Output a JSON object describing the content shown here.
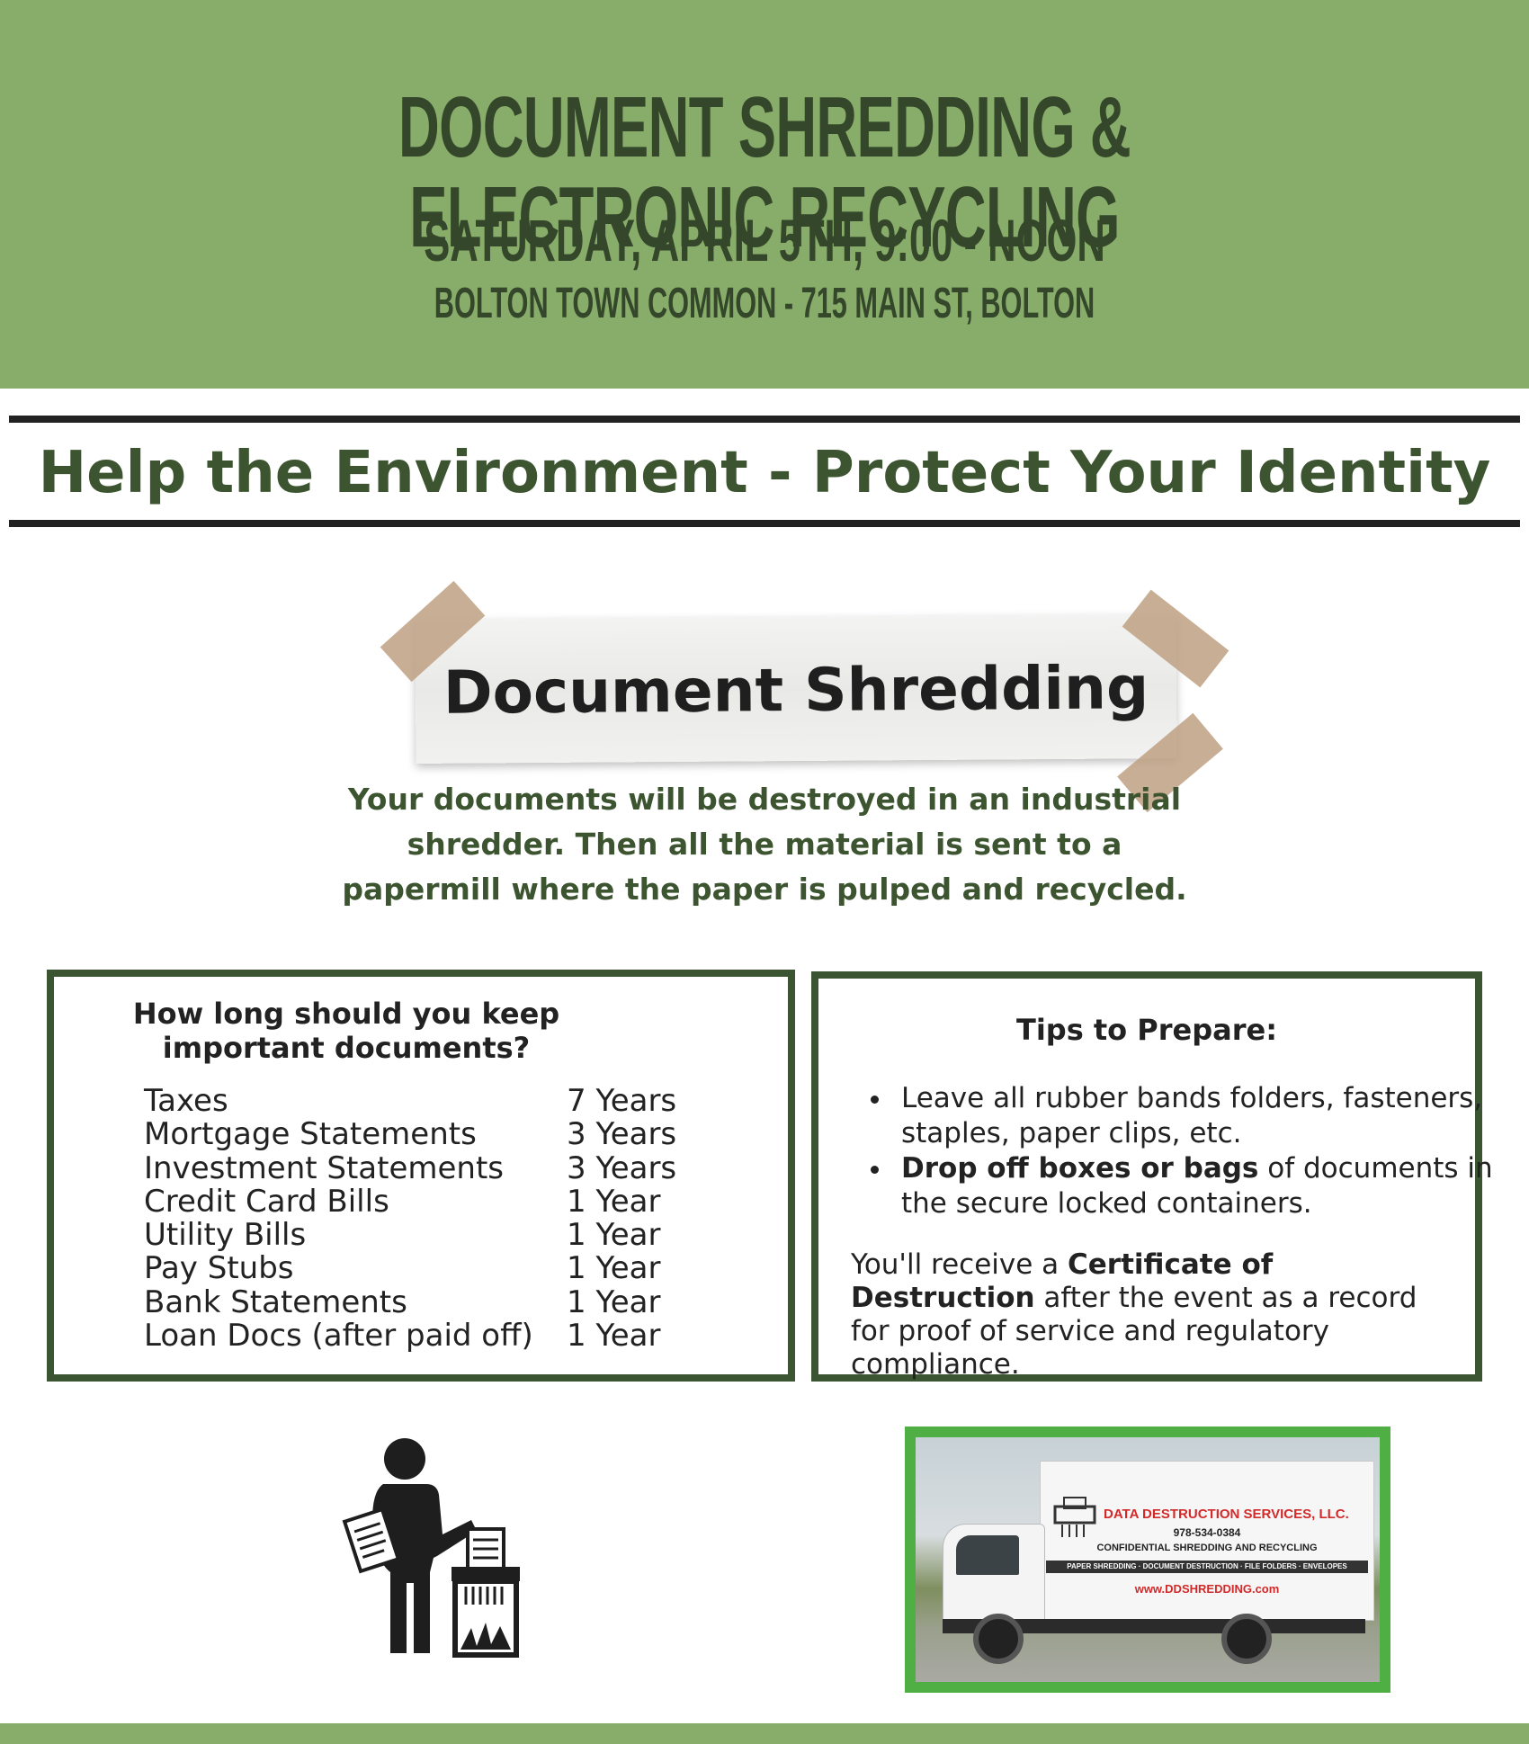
{
  "header": {
    "title": "DOCUMENT SHREDDING & ELECTRONIC RECYCLING",
    "date": "SATURDAY, APRIL 5TH, 9:00 - NOON",
    "location": "BOLTON TOWN COMMON - 715 MAIN ST, BOLTON"
  },
  "tagline": "Help the Environment - Protect Your Identity",
  "shredding": {
    "title": "Document Shredding",
    "description": "Your documents will be destroyed in an industrial shredder.  Then all the material is sent to a papermill where the paper is pulped and recycled."
  },
  "retention": {
    "heading": "How long should you keep important documents?",
    "rows": [
      {
        "name": "Taxes",
        "value": "7 Years"
      },
      {
        "name": "Mortgage Statements",
        "value": "3 Years"
      },
      {
        "name": "Investment Statements",
        "value": "3 Years"
      },
      {
        "name": "Credit Card Bills",
        "value": "1 Year"
      },
      {
        "name": "Utility Bills",
        "value": "1 Year"
      },
      {
        "name": "Pay Stubs",
        "value": "1 Year"
      },
      {
        "name": "Bank Statements",
        "value": "1 Year"
      },
      {
        "name": "Loan Docs (after paid off)",
        "value": "1 Year"
      }
    ]
  },
  "tips": {
    "heading": "Tips to Prepare:",
    "item1": "Leave all rubber bands folders, fasteners, staples, paper clips, etc.",
    "item2_bold": "Drop off boxes or bags",
    "item2_rest": " of documents in the secure locked containers.",
    "cert_pre": "You'll receive a ",
    "cert_bold": "Certificate of Destruction",
    "cert_post": " after the event as a record for proof of service and regulatory compliance."
  },
  "truck": {
    "company": "DATA DESTRUCTION SERVICES, LLC.",
    "phone": "978-534-0384",
    "service": "CONFIDENTIAL SHREDDING AND RECYCLING",
    "services_list": "PAPER SHREDDING · DOCUMENT DESTRUCTION · FILE FOLDERS · ENVELOPES",
    "website": "www.DDSHREDDING.com"
  },
  "icons": {
    "person": "person-shredding-icon",
    "truck": "shredding-truck-photo"
  },
  "colors": {
    "header_green": "#88ad6a",
    "dark_green": "#3b5532",
    "frame_green": "#4faf45"
  }
}
